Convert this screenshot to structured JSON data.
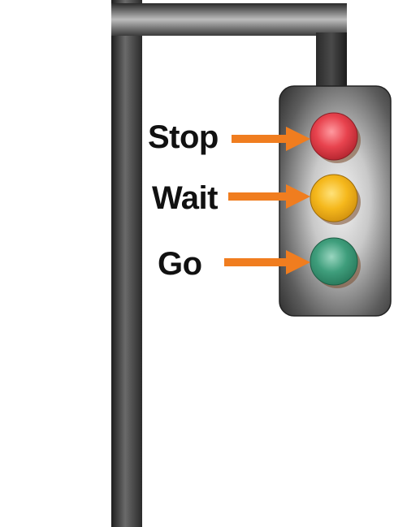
{
  "labels": {
    "stop": "Stop",
    "wait": "Wait",
    "go": "Go"
  },
  "colors": {
    "red_light": "#e8434e",
    "amber_light": "#f5b81c",
    "green_light": "#3f9e7c",
    "arrow": "#f07d1f",
    "pole": "#3a3a3a",
    "housing": "#555555",
    "label_text": "#111111"
  }
}
